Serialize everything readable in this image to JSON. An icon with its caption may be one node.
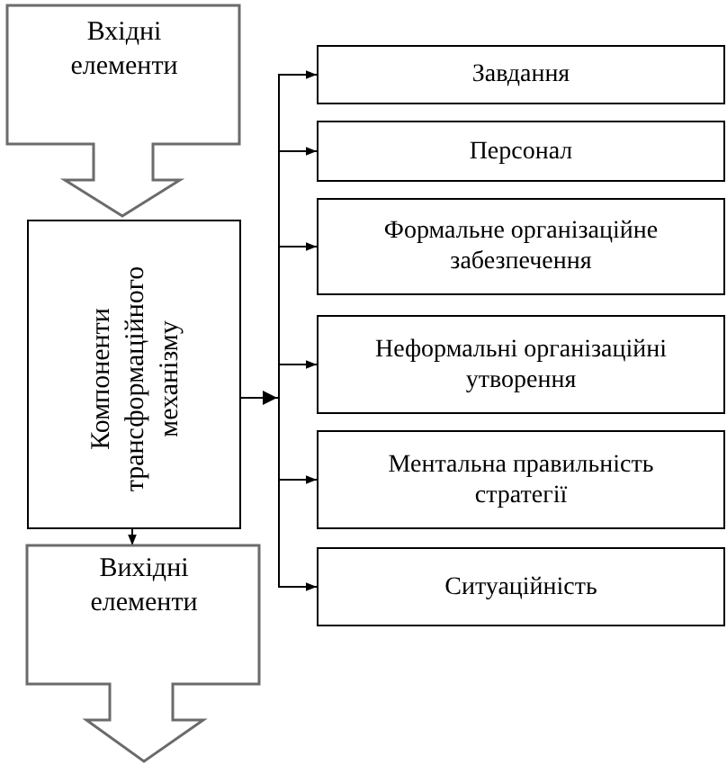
{
  "diagram": {
    "nodes": [
      {
        "text": [
          "Вхідні елементи"
        ]
      },
      {
        "text": [
          "Компоненти трансформаційного механізму"
        ]
      },
      {
        "text": [
          "Вихідні елементи"
        ]
      },
      {
        "text": [
          "Завдання"
        ]
      },
      {
        "text": [
          "Персонал"
        ]
      },
      {
        "text": [
          "Формальне організаційне забезпечення"
        ]
      },
      {
        "text": [
          "Неформальні організаційні утворення"
        ]
      },
      {
        "text": [
          "Ментальна правильність стратегії"
        ]
      },
      {
        "text": [
          "Ситуаційність"
        ]
      }
    ],
    "edges": [
      {
        "from": 1,
        "to": 2,
        "arrow": "to"
      },
      {
        "from": 1,
        "to": 3,
        "arrow": "to"
      },
      {
        "from": 1,
        "to": 4,
        "arrow": "to"
      },
      {
        "from": 1,
        "to": 5,
        "arrow": "to"
      },
      {
        "from": 1,
        "to": 6,
        "arrow": "to"
      },
      {
        "from": 1,
        "to": 7,
        "arrow": "to"
      },
      {
        "from": 1,
        "to": 8,
        "arrow": "to"
      }
    ]
  }
}
